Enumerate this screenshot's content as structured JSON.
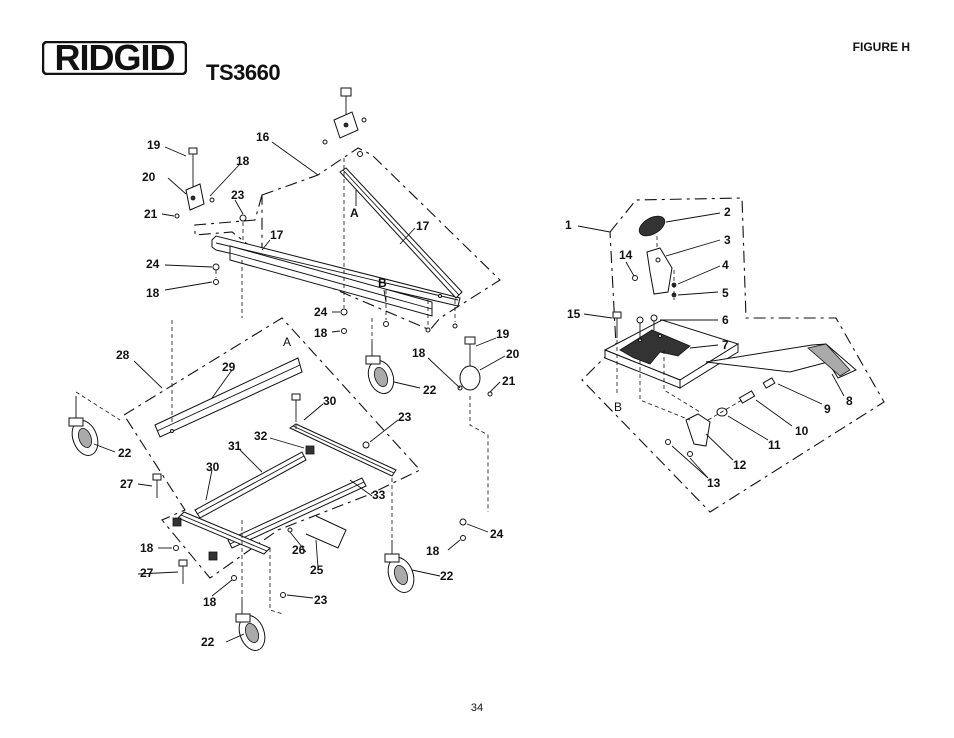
{
  "header": {
    "brand": "RIDGID",
    "model": "TS3660",
    "figure": "FIGURE H"
  },
  "footer": {
    "page_number": "34"
  },
  "callouts": {
    "n1": "1",
    "n2": "2",
    "n3": "3",
    "n4": "4",
    "n5": "5",
    "n6": "6",
    "n7": "7",
    "n8": "8",
    "n9": "9",
    "n10": "10",
    "n11": "11",
    "n12": "12",
    "n13": "13",
    "n14": "14",
    "n15": "15",
    "n16": "16",
    "n17": "17",
    "n18": "18",
    "n19": "19",
    "n20": "20",
    "n21": "21",
    "n22": "22",
    "n23": "23",
    "n24": "24",
    "n25": "25",
    "n26": "26",
    "n27": "27",
    "n28": "28",
    "n29": "29",
    "n30": "30",
    "n31": "31",
    "n32": "32",
    "n33": "33"
  },
  "letters": {
    "a": "A",
    "b": "B"
  }
}
